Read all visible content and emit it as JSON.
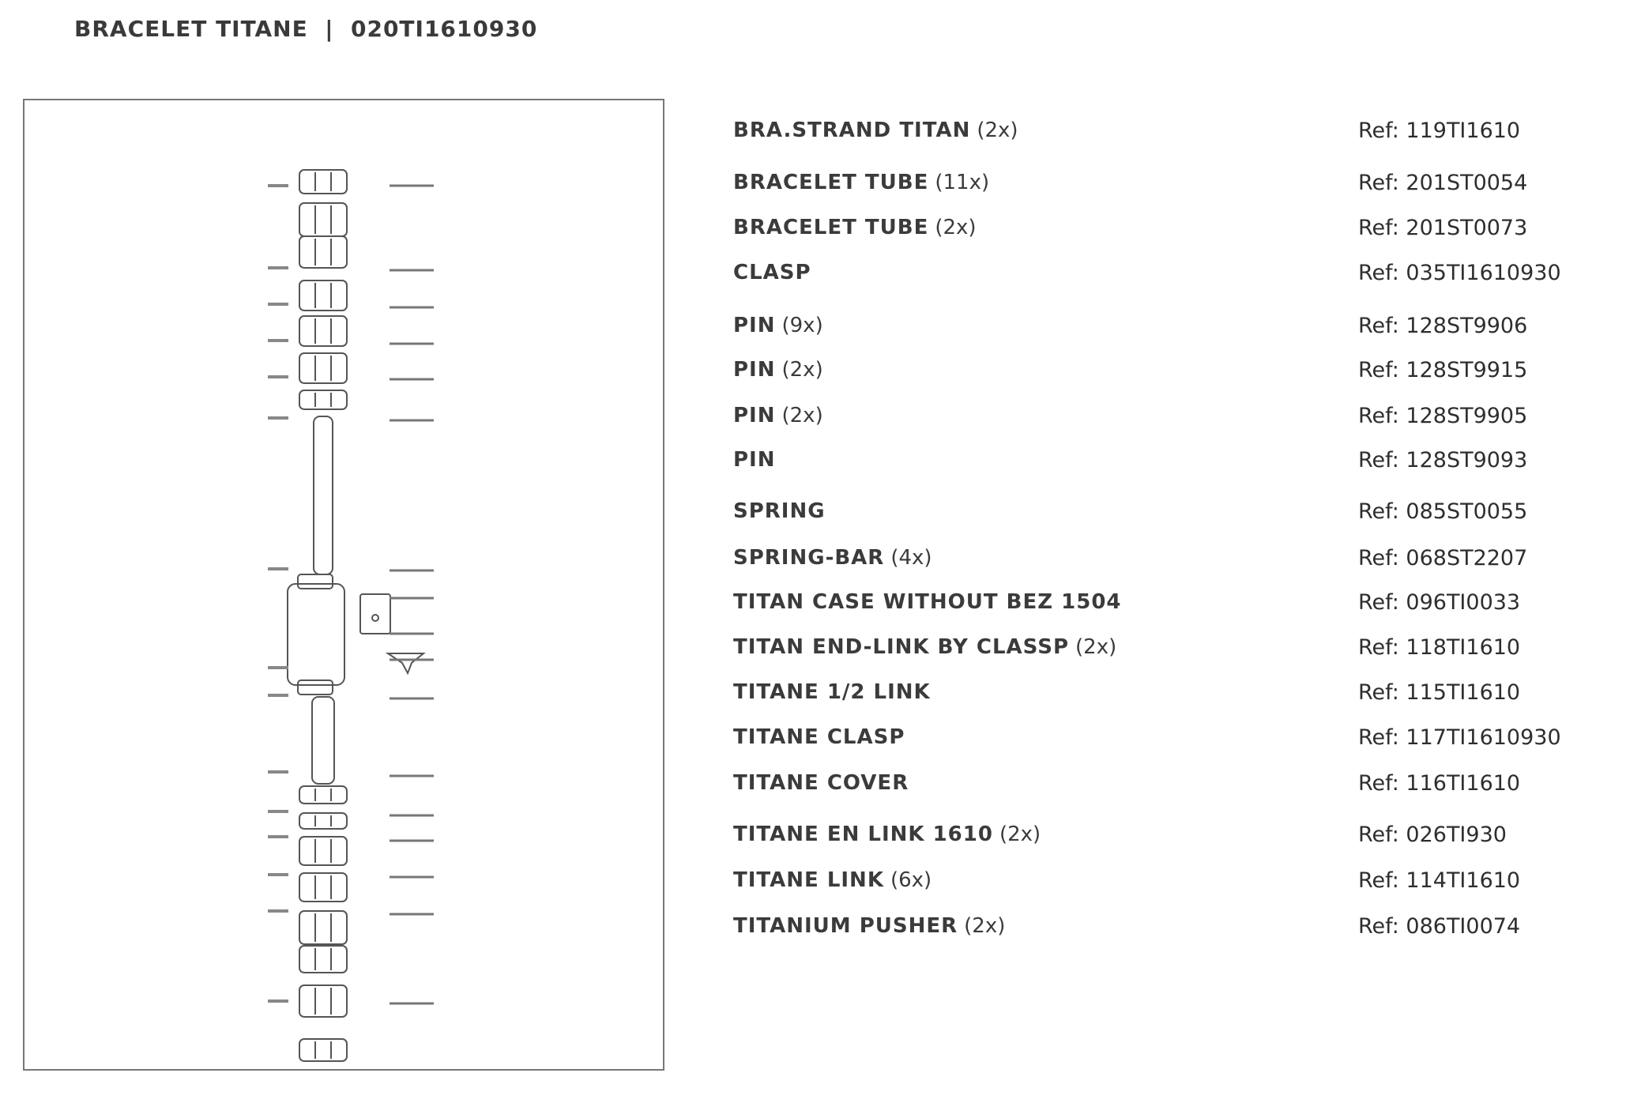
{
  "header": {
    "product": "BRACELET TITANE",
    "separator": "|",
    "code": "020TI1610930"
  },
  "ref_prefix": "Ref:",
  "parts": [
    {
      "name": "BRA.STRAND TITAN",
      "qty": "(2x)",
      "ref": "119TI1610"
    },
    {
      "name": "BRACELET TUBE",
      "qty": "(11x)",
      "ref": "201ST0054"
    },
    {
      "name": "BRACELET TUBE",
      "qty": "(2x)",
      "ref": "201ST0073"
    },
    {
      "name": "CLASP",
      "qty": "",
      "ref": "035TI1610930"
    },
    {
      "name": "PIN",
      "qty": "(9x)",
      "ref": "128ST9906"
    },
    {
      "name": "PIN",
      "qty": "(2x)",
      "ref": "128ST9915"
    },
    {
      "name": "PIN",
      "qty": "(2x)",
      "ref": "128ST9905"
    },
    {
      "name": "PIN",
      "qty": "",
      "ref": "128ST9093"
    },
    {
      "name": "SPRING",
      "qty": "",
      "ref": "085ST0055"
    },
    {
      "name": "SPRING-BAR",
      "qty": "(4x)",
      "ref": "068ST2207"
    },
    {
      "name": "TITAN CASE WITHOUT BEZ 1504",
      "qty": "",
      "ref": "096TI0033"
    },
    {
      "name": "TITAN END-LINK BY CLASSP",
      "qty": "(2x)",
      "ref": "118TI1610"
    },
    {
      "name": "TITANE 1/2 LINK",
      "qty": "",
      "ref": "115TI1610"
    },
    {
      "name": "TITANE CLASP",
      "qty": "",
      "ref": "117TI1610930"
    },
    {
      "name": "TITANE COVER",
      "qty": "",
      "ref": "116TI1610"
    },
    {
      "name": "TITANE EN LINK 1610",
      "qty": "(2x)",
      "ref": "026TI930"
    },
    {
      "name": "TITANE LINK",
      "qty": "(6x)",
      "ref": "114TI1610"
    },
    {
      "name": "TITANIUM PUSHER",
      "qty": "(2x)",
      "ref": "086TI0074"
    }
  ]
}
